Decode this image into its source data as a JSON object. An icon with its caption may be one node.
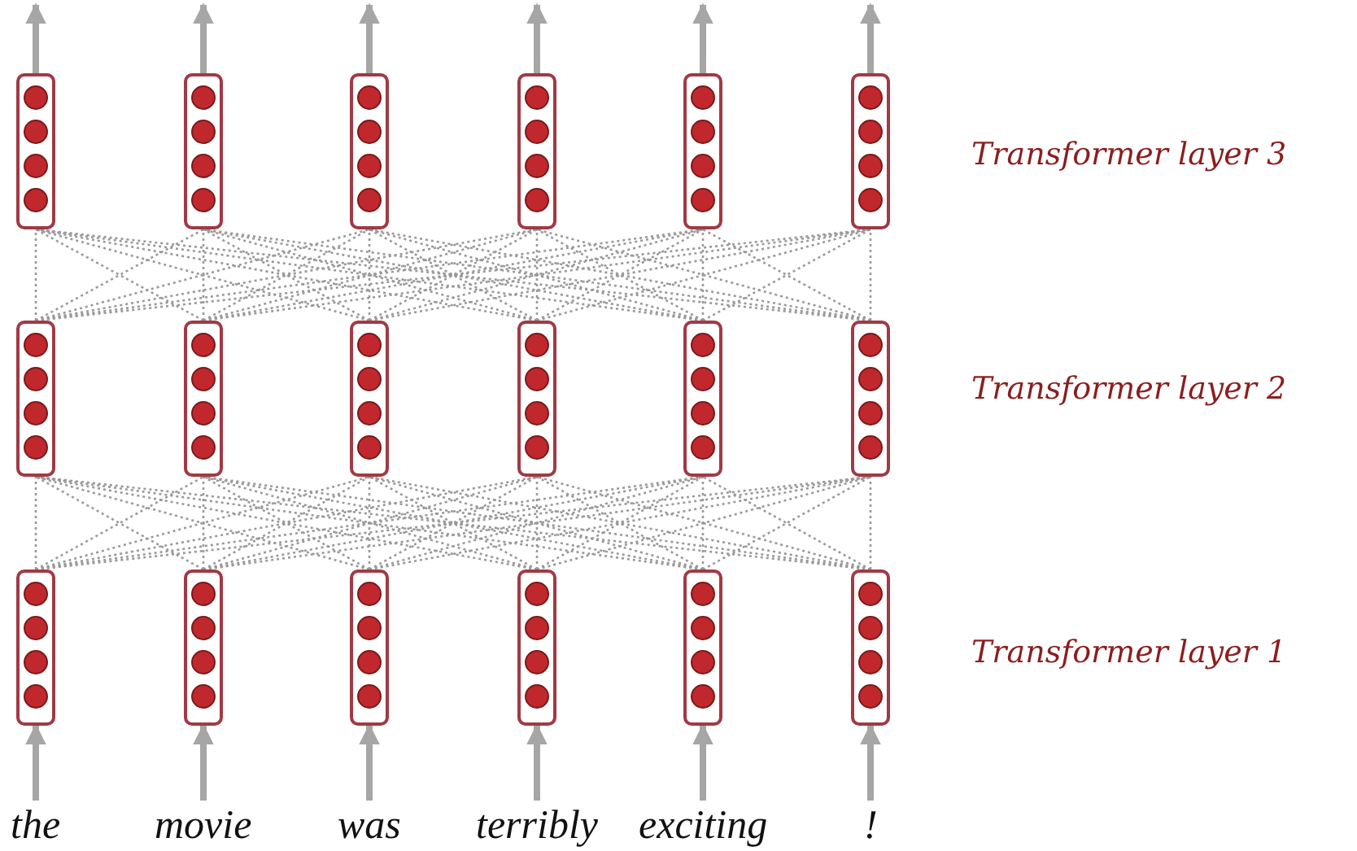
{
  "diagram": {
    "nodes": [
      {
        "text": [
          "the"
        ]
      },
      {
        "text": [
          "movie"
        ]
      },
      {
        "text": [
          "was"
        ]
      },
      {
        "text": [
          "terribly"
        ]
      },
      {
        "text": [
          "exciting"
        ]
      },
      {
        "text": [
          "!"
        ]
      },
      {
        "text": [],
        "shape": "box"
      },
      {
        "text": [],
        "shape": "box"
      },
      {
        "text": [],
        "shape": "box"
      },
      {
        "text": [],
        "shape": "box"
      },
      {
        "text": [],
        "shape": "box"
      },
      {
        "text": [],
        "shape": "box"
      },
      {
        "text": [],
        "shape": "box"
      },
      {
        "text": [],
        "shape": "box"
      },
      {
        "text": [],
        "shape": "box"
      },
      {
        "text": [],
        "shape": "box"
      },
      {
        "text": [],
        "shape": "box"
      },
      {
        "text": [],
        "shape": "box"
      },
      {
        "text": [],
        "shape": "box"
      },
      {
        "text": [],
        "shape": "box"
      },
      {
        "text": [],
        "shape": "box"
      },
      {
        "text": [],
        "shape": "box"
      },
      {
        "text": [],
        "shape": "box"
      },
      {
        "text": [],
        "shape": "box"
      }
    ],
    "edges": [
      {
        "from": 0,
        "to": 6,
        "arrow": "to",
        "style": "thick"
      },
      {
        "from": 1,
        "to": 7,
        "arrow": "to",
        "style": "thick"
      },
      {
        "from": 2,
        "to": 8,
        "arrow": "to",
        "style": "thick"
      },
      {
        "from": 3,
        "to": 9,
        "arrow": "to",
        "style": "thick"
      },
      {
        "from": 4,
        "to": 10,
        "arrow": "to",
        "style": "thick"
      },
      {
        "from": 5,
        "to": 11,
        "arrow": "to",
        "style": "thick"
      },
      {
        "from": 6,
        "to": 12,
        "arrow": "none",
        "style": "dashed"
      },
      {
        "from": 6,
        "to": 13,
        "arrow": "none",
        "style": "dashed"
      },
      {
        "from": 6,
        "to": 14,
        "arrow": "none",
        "style": "dashed"
      },
      {
        "from": 6,
        "to": 15,
        "arrow": "none",
        "style": "dashed"
      },
      {
        "from": 6,
        "to": 16,
        "arrow": "none",
        "style": "dashed"
      },
      {
        "from": 6,
        "to": 17,
        "arrow": "none",
        "style": "dashed"
      },
      {
        "from": 7,
        "to": 12,
        "arrow": "none",
        "style": "dashed"
      },
      {
        "from": 7,
        "to": 13,
        "arrow": "none",
        "style": "dashed"
      },
      {
        "from": 7,
        "to": 14,
        "arrow": "none",
        "style": "dashed"
      },
      {
        "from": 7,
        "to": 15,
        "arrow": "none",
        "style": "dashed"
      },
      {
        "from": 7,
        "to": 16,
        "arrow": "none",
        "style": "dashed"
      },
      {
        "from": 7,
        "to": 17,
        "arrow": "none",
        "style": "dashed"
      },
      {
        "from": 8,
        "to": 12,
        "arrow": "none",
        "style": "dashed"
      },
      {
        "from": 8,
        "to": 13,
        "arrow": "none",
        "style": "dashed"
      },
      {
        "from": 8,
        "to": 14,
        "arrow": "none",
        "style": "dashed"
      },
      {
        "from": 8,
        "to": 15,
        "arrow": "none",
        "style": "dashed"
      },
      {
        "from": 8,
        "to": 16,
        "arrow": "none",
        "style": "dashed"
      },
      {
        "from": 8,
        "to": 17,
        "arrow": "none",
        "style": "dashed"
      },
      {
        "from": 9,
        "to": 12,
        "arrow": "none",
        "style": "dashed"
      },
      {
        "from": 9,
        "to": 13,
        "arrow": "none",
        "style": "dashed"
      },
      {
        "from": 9,
        "to": 14,
        "arrow": "none",
        "style": "dashed"
      },
      {
        "from": 9,
        "to": 15,
        "arrow": "none",
        "style": "dashed"
      },
      {
        "from": 9,
        "to": 16,
        "arrow": "none",
        "style": "dashed"
      },
      {
        "from": 9,
        "to": 17,
        "arrow": "none",
        "style": "dashed"
      },
      {
        "from": 10,
        "to": 12,
        "arrow": "none",
        "style": "dashed"
      },
      {
        "from": 10,
        "to": 13,
        "arrow": "none",
        "style": "dashed"
      },
      {
        "from": 10,
        "to": 14,
        "arrow": "none",
        "style": "dashed"
      },
      {
        "from": 10,
        "to": 15,
        "arrow": "none",
        "style": "dashed"
      },
      {
        "from": 10,
        "to": 16,
        "arrow": "none",
        "style": "dashed"
      },
      {
        "from": 10,
        "to": 17,
        "arrow": "none",
        "style": "dashed"
      },
      {
        "from": 11,
        "to": 12,
        "arrow": "none",
        "style": "dashed"
      },
      {
        "from": 11,
        "to": 13,
        "arrow": "none",
        "style": "dashed"
      },
      {
        "from": 11,
        "to": 14,
        "arrow": "none",
        "style": "dashed"
      },
      {
        "from": 11,
        "to": 15,
        "arrow": "none",
        "style": "dashed"
      },
      {
        "from": 11,
        "to": 16,
        "arrow": "none",
        "style": "dashed"
      },
      {
        "from": 11,
        "to": 17,
        "arrow": "none",
        "style": "dashed"
      },
      {
        "from": 12,
        "to": 18,
        "arrow": "none",
        "style": "dashed"
      },
      {
        "from": 12,
        "to": 19,
        "arrow": "none",
        "style": "dashed"
      },
      {
        "from": 12,
        "to": 20,
        "arrow": "none",
        "style": "dashed"
      },
      {
        "from": 12,
        "to": 21,
        "arrow": "none",
        "style": "dashed"
      },
      {
        "from": 12,
        "to": 22,
        "arrow": "none",
        "style": "dashed"
      },
      {
        "from": 12,
        "to": 23,
        "arrow": "none",
        "style": "dashed"
      },
      {
        "from": 13,
        "to": 18,
        "arrow": "none",
        "style": "dashed"
      },
      {
        "from": 13,
        "to": 19,
        "arrow": "none",
        "style": "dashed"
      },
      {
        "from": 13,
        "to": 20,
        "arrow": "none",
        "style": "dashed"
      },
      {
        "from": 13,
        "to": 21,
        "arrow": "none",
        "style": "dashed"
      },
      {
        "from": 13,
        "to": 22,
        "arrow": "none",
        "style": "dashed"
      },
      {
        "from": 13,
        "to": 23,
        "arrow": "none",
        "style": "dashed"
      },
      {
        "from": 14,
        "to": 18,
        "arrow": "none",
        "style": "dashed"
      },
      {
        "from": 14,
        "to": 19,
        "arrow": "none",
        "style": "dashed"
      },
      {
        "from": 14,
        "to": 20,
        "arrow": "none",
        "style": "dashed"
      },
      {
        "from": 14,
        "to": 21,
        "arrow": "none",
        "style": "dashed"
      },
      {
        "from": 14,
        "to": 22,
        "arrow": "none",
        "style": "dashed"
      },
      {
        "from": 14,
        "to": 23,
        "arrow": "none",
        "style": "dashed"
      },
      {
        "from": 15,
        "to": 18,
        "arrow": "none",
        "style": "dashed"
      },
      {
        "from": 15,
        "to": 19,
        "arrow": "none",
        "style": "dashed"
      },
      {
        "from": 15,
        "to": 20,
        "arrow": "none",
        "style": "dashed"
      },
      {
        "from": 15,
        "to": 21,
        "arrow": "none",
        "style": "dashed"
      },
      {
        "from": 15,
        "to": 22,
        "arrow": "none",
        "style": "dashed"
      },
      {
        "from": 15,
        "to": 23,
        "arrow": "none",
        "style": "dashed"
      },
      {
        "from": 16,
        "to": 18,
        "arrow": "none",
        "style": "dashed"
      },
      {
        "from": 16,
        "to": 19,
        "arrow": "none",
        "style": "dashed"
      },
      {
        "from": 16,
        "to": 20,
        "arrow": "none",
        "style": "dashed"
      },
      {
        "from": 16,
        "to": 21,
        "arrow": "none",
        "style": "dashed"
      },
      {
        "from": 16,
        "to": 22,
        "arrow": "none",
        "style": "dashed"
      },
      {
        "from": 16,
        "to": 23,
        "arrow": "none",
        "style": "dashed"
      },
      {
        "from": 17,
        "to": 18,
        "arrow": "none",
        "style": "dashed"
      },
      {
        "from": 17,
        "to": 19,
        "arrow": "none",
        "style": "dashed"
      },
      {
        "from": 17,
        "to": 20,
        "arrow": "none",
        "style": "dashed"
      },
      {
        "from": 17,
        "to": 21,
        "arrow": "none",
        "style": "dashed"
      },
      {
        "from": 17,
        "to": 22,
        "arrow": "none",
        "style": "dashed"
      },
      {
        "from": 17,
        "to": 23,
        "arrow": "none",
        "style": "dashed"
      },
      {
        "from": 18,
        "to": null,
        "arrow": "to",
        "style": "thick"
      },
      {
        "from": 19,
        "to": null,
        "arrow": "to",
        "style": "thick"
      },
      {
        "from": 20,
        "to": null,
        "arrow": "to",
        "style": "thick"
      },
      {
        "from": 21,
        "to": null,
        "arrow": "to",
        "style": "thick"
      },
      {
        "from": 22,
        "to": null,
        "arrow": "to",
        "style": "thick"
      },
      {
        "from": 23,
        "to": null,
        "arrow": "to",
        "style": "thick"
      }
    ],
    "labels": [
      "Transformer layer 3",
      "Transformer layer 2",
      "Transformer layer 1"
    ]
  }
}
